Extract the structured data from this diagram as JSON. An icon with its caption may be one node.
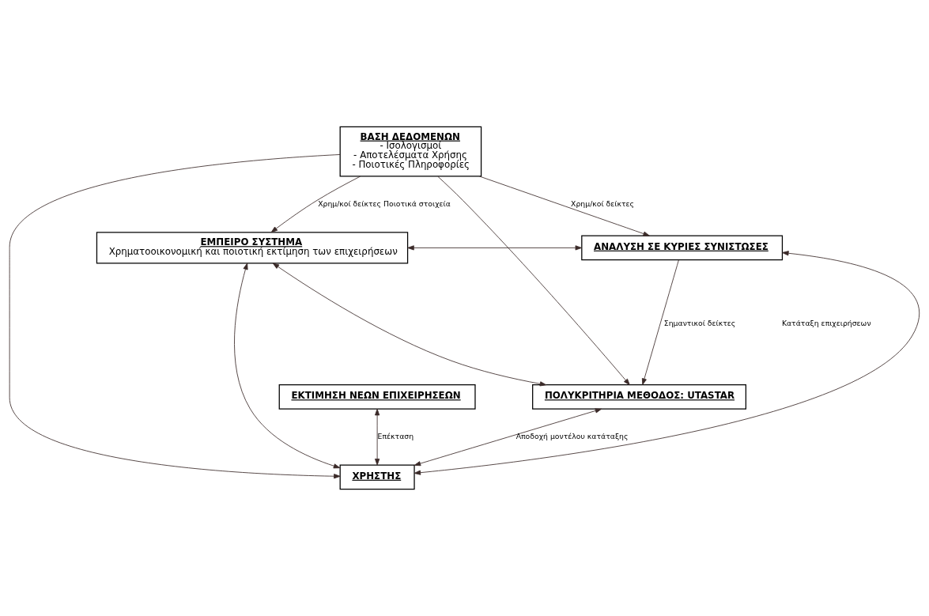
{
  "diagram": {
    "nodes": [
      {
        "text": [
          "ΒΑΣΗ ΔΕΔΟΜΕΝΩΝ",
          "- Ισολογισμοί",
          "- Αποτελέσματα Χρήσης",
          "- Ποιοτικές Πληροφορίες"
        ]
      },
      {
        "text": [
          "ΕΜΠΕΙΡΟ ΣΥΣΤΗΜΑ",
          "Χρηματοοικονομική και ποιοτική εκτίμηση των επιχειρήσεων"
        ]
      },
      {
        "text": [
          "ΑΝΑΛΥΣΗ ΣΕ ΚΥΡΙΕΣ ΣΥΝΙΣΤΩΣΕΣ"
        ]
      },
      {
        "text": [
          "ΕΚΤΙΜΗΣΗ ΝΕΩΝ ΕΠΙΧΕΙΡΗΣΕΩΝ"
        ]
      },
      {
        "text": [
          "ΠΟΛΥΚΡΙΤΗΡΙΑ ΜΕΘΟΔΟΣ: UTASTAR"
        ]
      },
      {
        "text": [
          "ΧΡΗΣΤΗΣ"
        ]
      }
    ],
    "edges": [
      {
        "from": 0,
        "to": 1,
        "arrow": "to",
        "label": "Χρημ/κοί δείκτες Ποιοτικά στοιχεία"
      },
      {
        "from": 0,
        "to": 2,
        "arrow": "to",
        "label": "Χρημ/κοί δείκτες"
      },
      {
        "from": 0,
        "to": 5,
        "arrow": "to"
      },
      {
        "from": 0,
        "to": 4,
        "arrow": "to"
      },
      {
        "from": 1,
        "to": 2,
        "arrow": "both"
      },
      {
        "from": 2,
        "to": 4,
        "arrow": "to",
        "label": "Σημαντικοί δείκτες"
      },
      {
        "from": 1,
        "to": 4,
        "arrow": "both"
      },
      {
        "from": 1,
        "to": 5,
        "arrow": "both"
      },
      {
        "from": 5,
        "to": 2,
        "arrow": "both"
      },
      {
        "from": 3,
        "to": 5,
        "arrow": "both",
        "label": "Επέκταση"
      },
      {
        "from": 4,
        "to": 5,
        "arrow": "both",
        "label": "Αποδοχή μοντέλου κατάταξης"
      }
    ],
    "labels": [
      "Κατάταξη επιχειρήσεων"
    ]
  }
}
